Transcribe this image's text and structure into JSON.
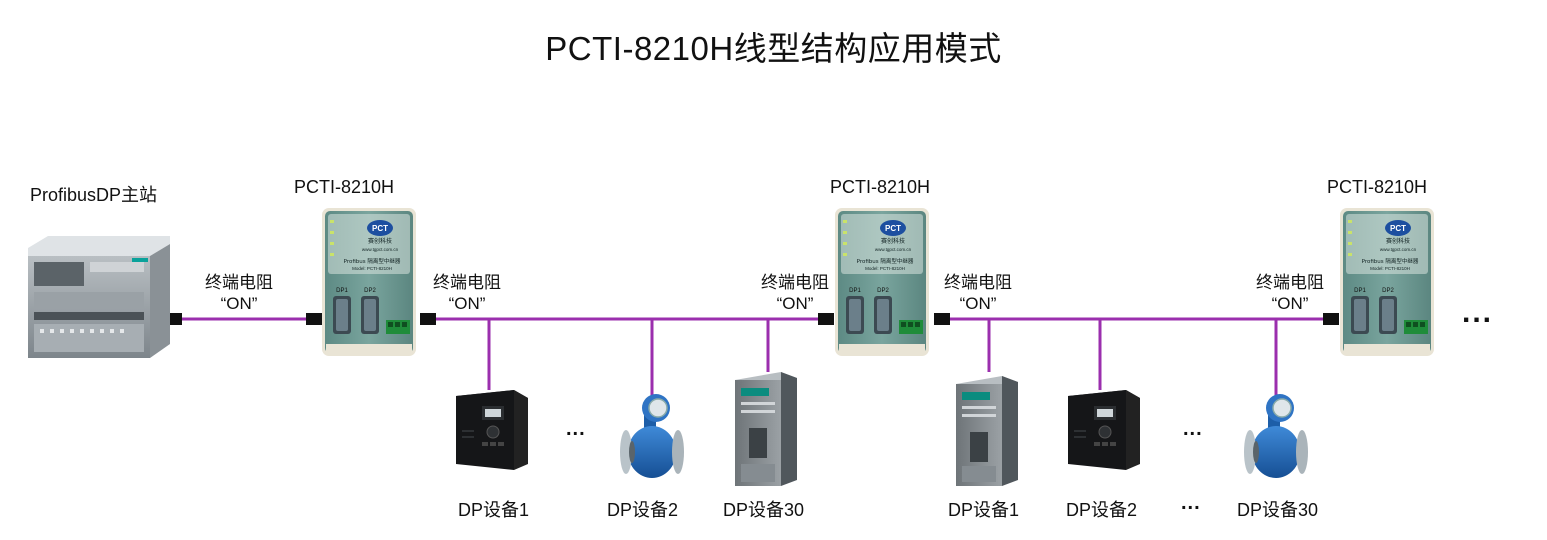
{
  "title": "PCTI-8210H线型结构应用模式",
  "master": {
    "label": "ProfibusDP主站"
  },
  "repeaters": [
    {
      "label": "PCTI-8210H"
    },
    {
      "label": "PCTI-8210H"
    },
    {
      "label": "PCTI-8210H"
    }
  ],
  "repeater_face": {
    "brand": "赛创科技",
    "url": "www.tgpct.com.cn",
    "product": "Profibus 隔离型中继器",
    "model": "Model:  PCTI-8210H",
    "port1": "DP1",
    "port2": "DP2"
  },
  "terminators": [
    {
      "line1": "终端电阻",
      "line2": "“ON”"
    },
    {
      "line1": "终端电阻",
      "line2": "“ON”"
    },
    {
      "line1": "终端电阻",
      "line2": "“ON”"
    },
    {
      "line1": "终端电阻",
      "line2": "“ON”"
    },
    {
      "line1": "终端电阻",
      "line2": "“ON”"
    }
  ],
  "devices": [
    {
      "label": "DP设备1",
      "icon": "inverter"
    },
    {
      "label": "DP设备2",
      "icon": "flowmeter"
    },
    {
      "label": "DP设备30",
      "icon": "plc-module"
    },
    {
      "label": "DP设备1",
      "icon": "plc-module"
    },
    {
      "label": "DP设备2",
      "icon": "inverter"
    },
    {
      "label": "DP设备30",
      "icon": "flowmeter"
    }
  ],
  "ellipsis": "...",
  "colors": {
    "bus": "#9b2fae",
    "connector": "#111111",
    "repeater_body": "#6f9a93",
    "device_blue": "#1e63b5"
  }
}
